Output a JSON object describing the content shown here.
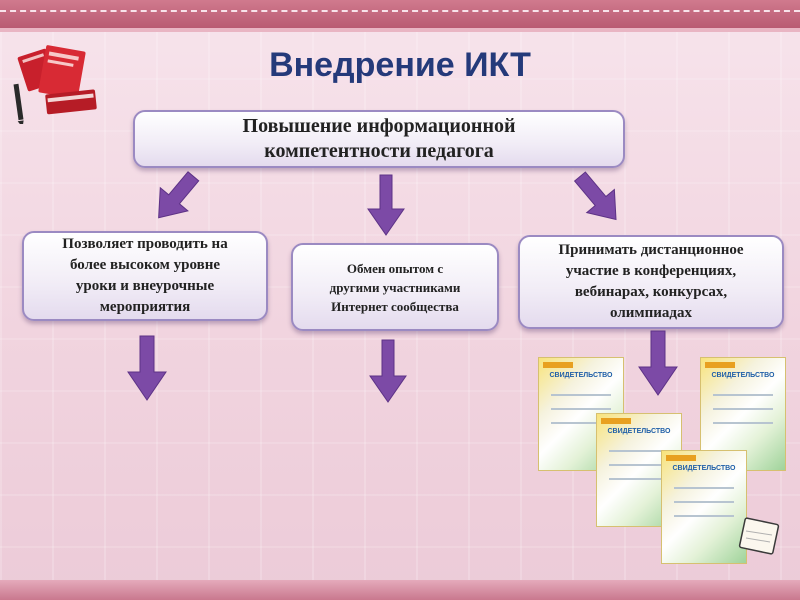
{
  "title": "Внедрение ИКТ",
  "main_box": {
    "line1": "Повышение информационной",
    "line2": "компетентности педагога"
  },
  "left_box": {
    "line1": "Позволяет проводить на",
    "line2": "более высоком уровне",
    "line3": "уроки и внеурочные",
    "line4": "мероприятия"
  },
  "mid_box": {
    "line1": "Обмен опытом с",
    "line2": "другими участниками",
    "line3": "Интернет сообщества"
  },
  "right_box": {
    "line1": "Принимать дистанционное",
    "line2": "участие в конференциях,",
    "line3": "вебинарах,  конкурсах,",
    "line4": "олимпиадах"
  },
  "certificate": {
    "heading": "СВИДЕТЕЛЬСТВО"
  },
  "colors": {
    "title": "#243a7a",
    "arrow": "#7c4aa6",
    "box_border": "#9b8ac2",
    "band": "#c06478"
  },
  "icons": [
    "red-books-icon",
    "pen-icon",
    "notebook-icon",
    "arrow-down-icon",
    "certificate-icon"
  ]
}
